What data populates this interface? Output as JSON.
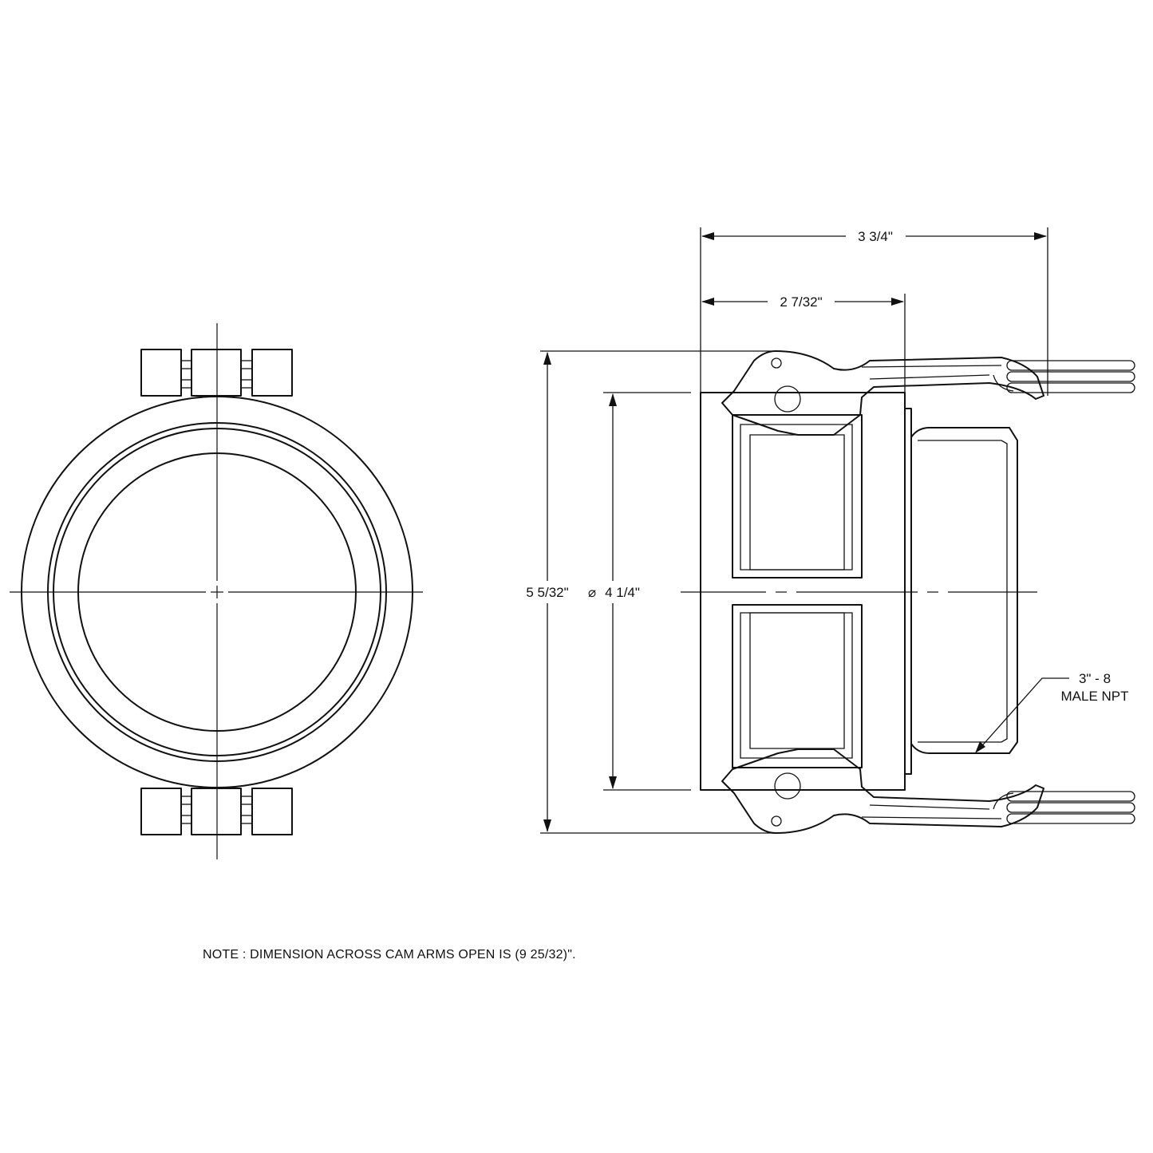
{
  "dimensions": {
    "overall_length": "3 3/4\"",
    "body_length": "2 7/32\"",
    "overall_height": "5 5/32\"",
    "diameter_symbol": "⌀",
    "diameter": "4 1/4\"",
    "thread_line1": "3\" - 8",
    "thread_line2": "MALE NPT"
  },
  "note": "NOTE : DIMENSION ACROSS CAM ARMS OPEN IS (9 25/32)\"."
}
